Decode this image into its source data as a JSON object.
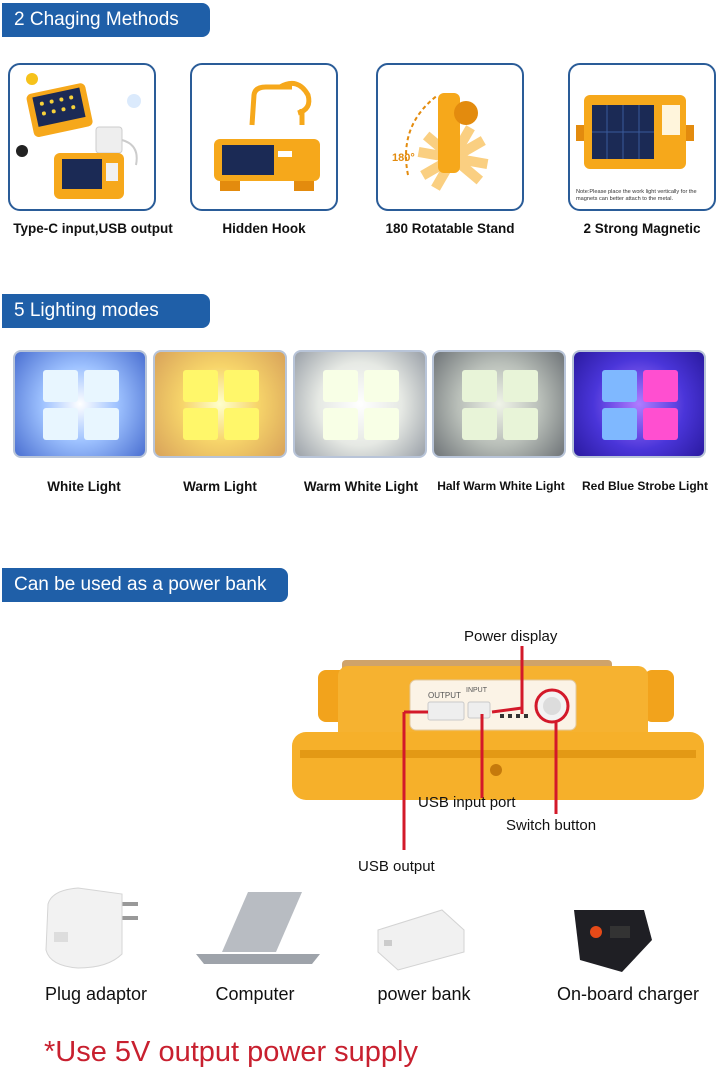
{
  "sections": {
    "charging": {
      "title": "2 Chaging Methods",
      "items": [
        {
          "label": "Type-C input,USB output"
        },
        {
          "label": "Hidden Hook"
        },
        {
          "label": "180 Rotatable Stand",
          "angle_label": "180°"
        },
        {
          "label": "2 Strong Magnetic",
          "note": "Note:Please place the work light vertically for the magnets can better attach to the metal."
        }
      ]
    },
    "lighting": {
      "title": "5 Lighting modes",
      "modes": [
        {
          "label": "White Light",
          "color": "#cfe3ff"
        },
        {
          "label": "Warm Light",
          "color": "#fff2a0"
        },
        {
          "label": "Warm White Light",
          "color": "#f4f8ee"
        },
        {
          "label": "Half Warm White Light",
          "color": "#e6f0dc"
        },
        {
          "label": "Red Blue Strobe Light",
          "color": "#d94dff"
        }
      ]
    },
    "powerbank": {
      "title": "Can be used as a power bank",
      "device_labels": {
        "output": "OUTPUT",
        "input": "INPUT"
      },
      "callouts": {
        "power_display": "Power display",
        "usb_input_port": "USB input port",
        "switch_button": "Switch button",
        "usb_output": "USB output"
      },
      "devices": [
        {
          "label": "Plug adaptor",
          "icon": "plug-adaptor-icon"
        },
        {
          "label": "Computer",
          "icon": "laptop-icon"
        },
        {
          "label": "power bank",
          "icon": "power-bank-icon"
        },
        {
          "label": "On-board charger",
          "icon": "car-charger-icon"
        }
      ],
      "notice": "*Use 5V output power supply"
    }
  },
  "colors": {
    "banner": "#1f5fa8",
    "accent_orange": "#f6a81b",
    "callout_red": "#d3192a",
    "notice_red": "#c8202f"
  }
}
